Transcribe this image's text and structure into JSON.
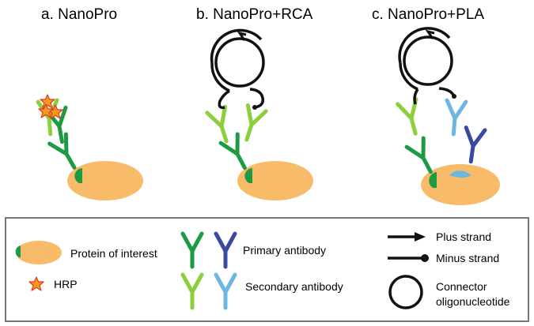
{
  "panels": [
    {
      "label": "a. NanoPro"
    },
    {
      "label": "b. NanoPro+RCA"
    },
    {
      "label": "c. NanoPro+PLA"
    }
  ],
  "legend": {
    "protein": "Protein of interest",
    "hrp": "HRP",
    "primary_antibody": "Primary antibody",
    "secondary_antibody": "Secondary antibody",
    "plus_strand": "Plus strand",
    "minus_strand": "Minus strand",
    "connector_line1": "Connector",
    "connector_line2": "oligonucleotide"
  },
  "colors": {
    "protein": "#f8bb6a",
    "primary_green": "#1e9a43",
    "secondary_green": "#8ccf3e",
    "primary_blue": "#3a4aa0",
    "secondary_blue": "#6cb6df",
    "hrp_fill": "#f39a1f",
    "hrp_stroke": "#e23a1c",
    "strand": "#111111",
    "legend_border": "#777777"
  },
  "icons": [
    "protein-icon",
    "hrp-icon",
    "primary-antibody-icon",
    "secondary-antibody-icon",
    "plus-strand-icon",
    "minus-strand-icon",
    "connector-oligonucleotide-icon"
  ]
}
